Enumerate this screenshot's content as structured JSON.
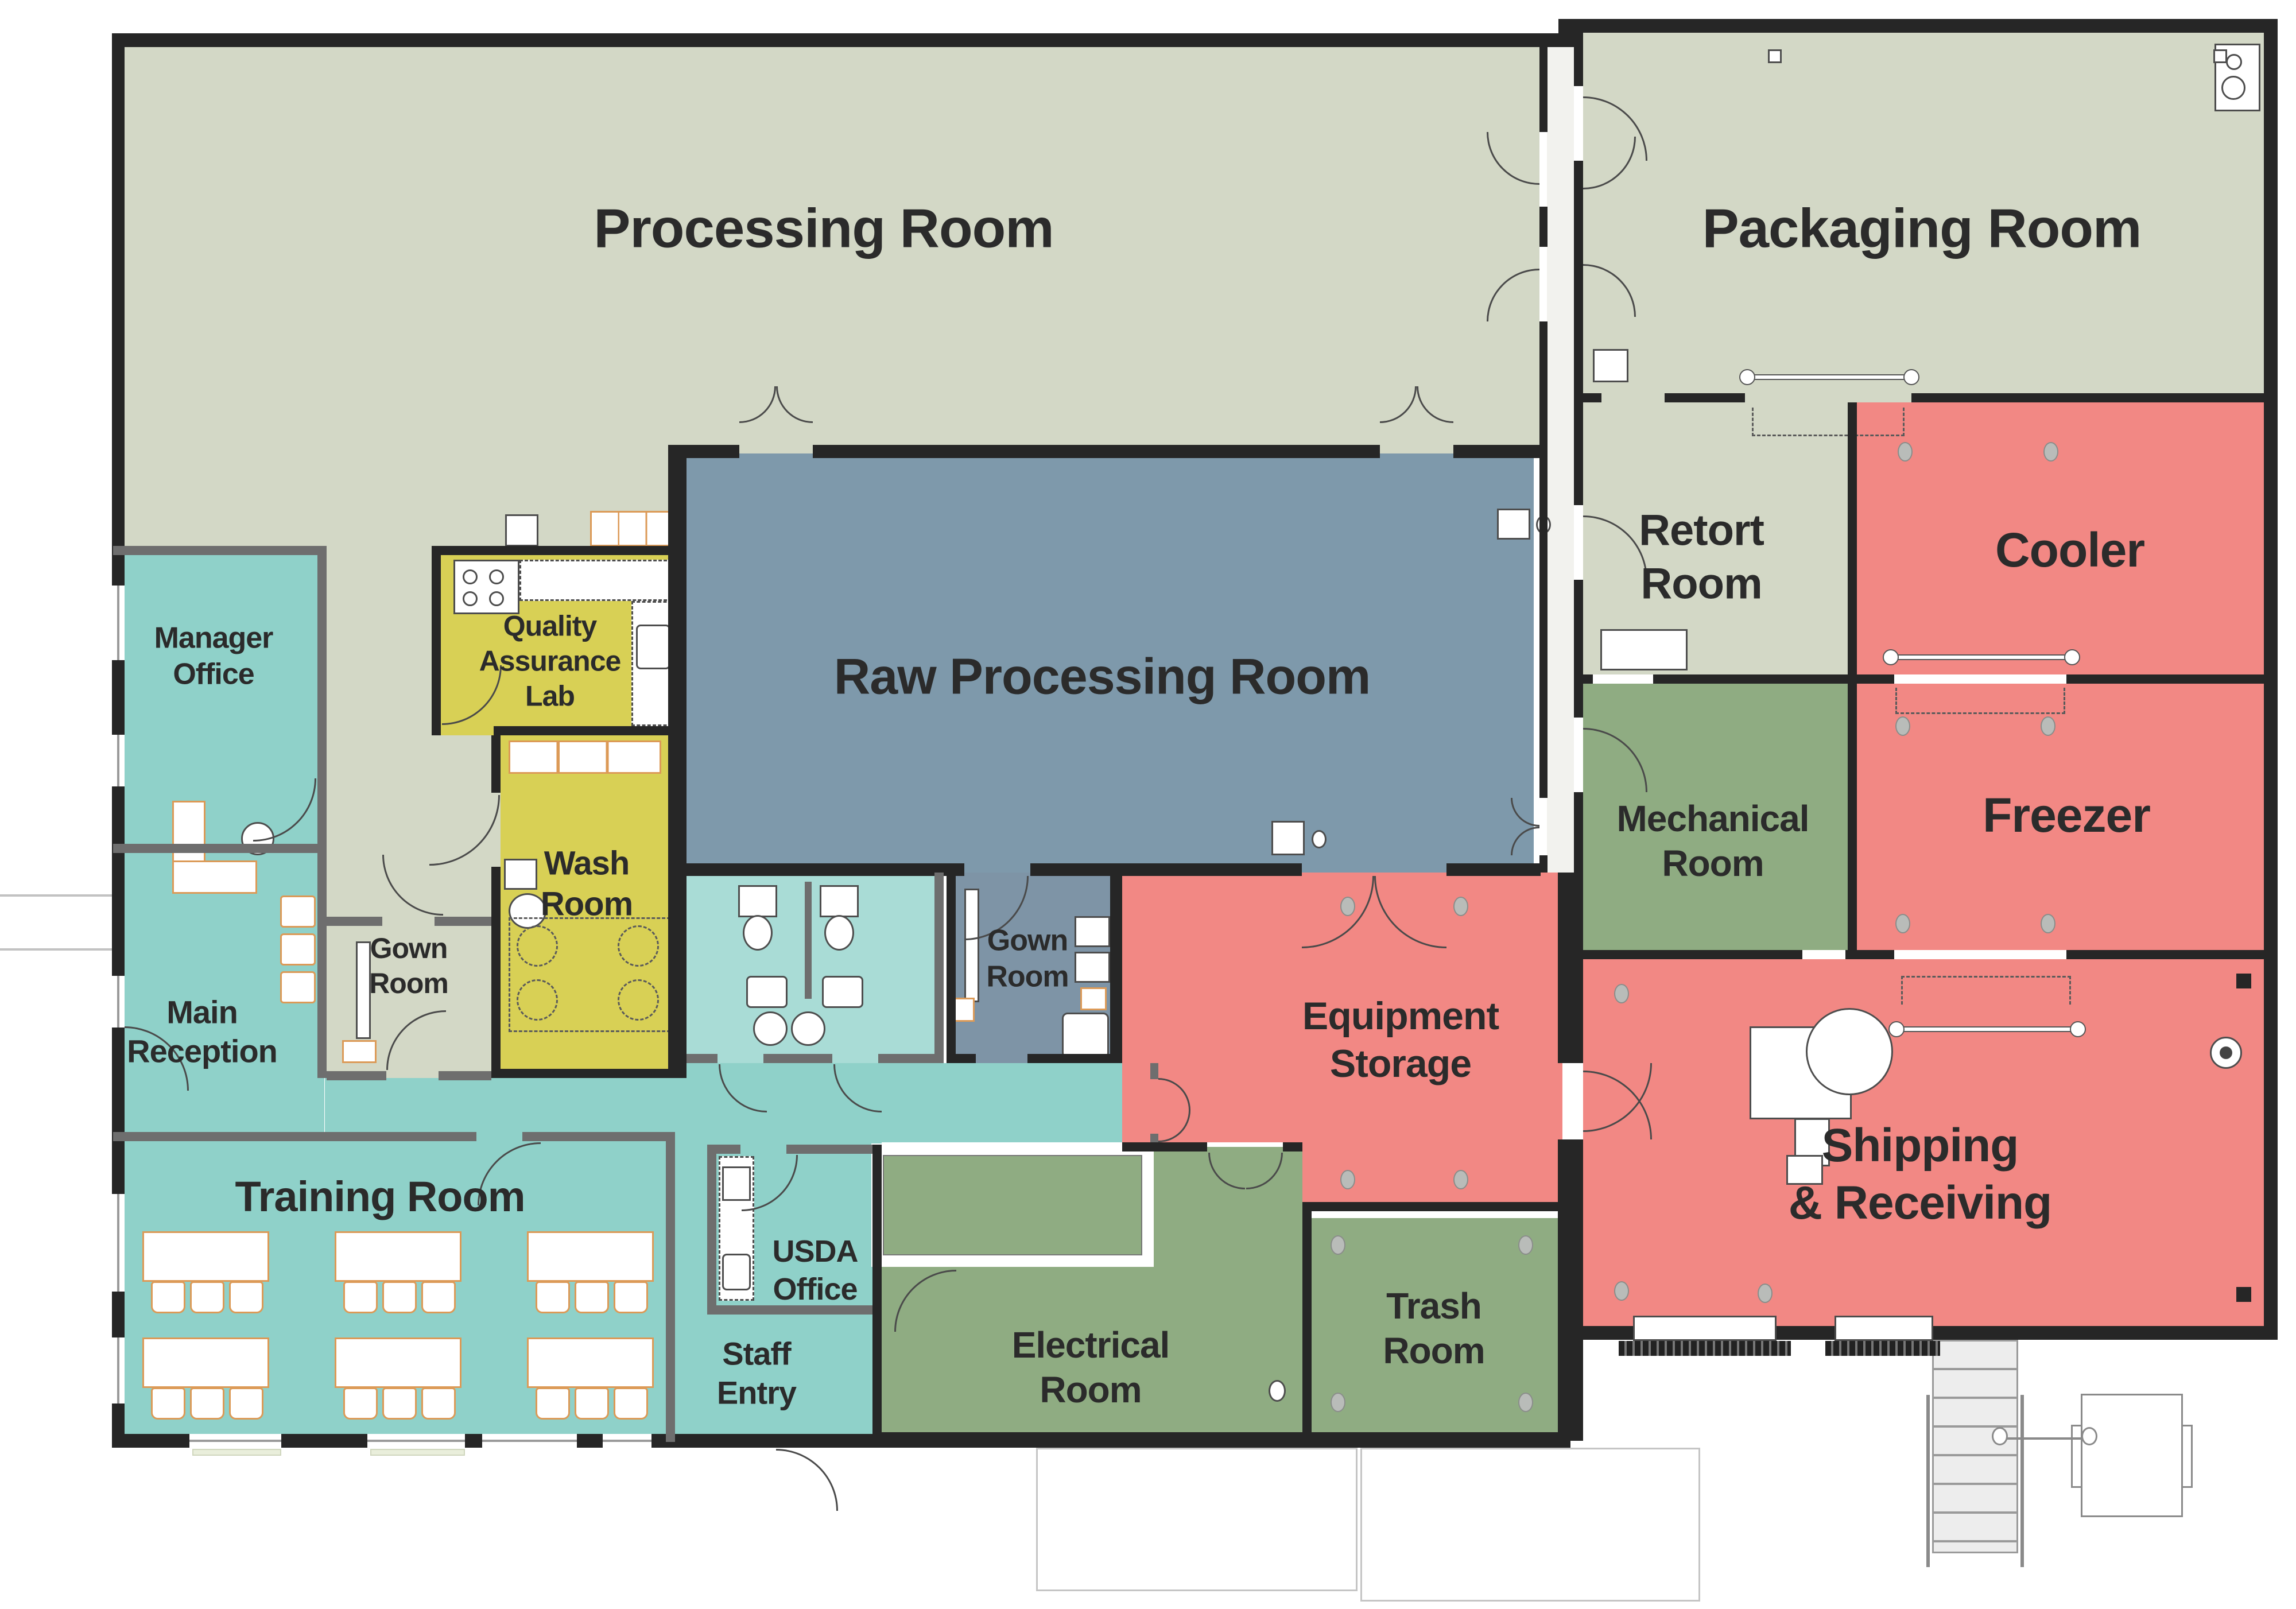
{
  "colors": {
    "sage": "#d3d8c6",
    "raw_blue": "#7e99ab",
    "gown_blue": "#7e94a6",
    "teal": "#8fd1c9",
    "teal_light": "#a9dcd6",
    "yellow": "#d8d055",
    "red": "#f28884",
    "green": "#8fac82",
    "corridor_white": "#f2f2ee",
    "wall": "#262626",
    "wall_gray": "#6e6e6e",
    "label": "#2b2b2b"
  },
  "rooms": {
    "processing": {
      "label": "Processing Room"
    },
    "packaging": {
      "label": "Packaging Room"
    },
    "raw": {
      "label": "Raw Processing Room"
    },
    "retort": {
      "line1": "Retort",
      "line2": "Room"
    },
    "cooler": {
      "label": "Cooler"
    },
    "freezer": {
      "label": "Freezer"
    },
    "mechanical": {
      "line1": "Mechanical",
      "line2": "Room"
    },
    "shipping": {
      "line1": "Shipping",
      "line2": "& Receiving"
    },
    "equipment": {
      "line1": "Equipment",
      "line2": "Storage"
    },
    "trash": {
      "line1": "Trash",
      "line2": "Room"
    },
    "electrical": {
      "line1": "Electrical",
      "line2": "Room"
    },
    "gown_left": {
      "line1": "Gown",
      "line2": "Room"
    },
    "gown_right": {
      "line1": "Gown",
      "line2": "Room"
    },
    "wash": {
      "line1": "Wash",
      "line2": "Room"
    },
    "qa": {
      "line1": "Quality",
      "line2": "Assurance",
      "line3": "Lab"
    },
    "manager": {
      "line1": "Manager",
      "line2": "Office"
    },
    "reception": {
      "line1": "Main",
      "line2": "Reception"
    },
    "training": {
      "label": "Training Room"
    },
    "usda": {
      "line1": "USDA",
      "line2": "Office"
    },
    "staff": {
      "line1": "Staff",
      "line2": "Entry"
    }
  }
}
